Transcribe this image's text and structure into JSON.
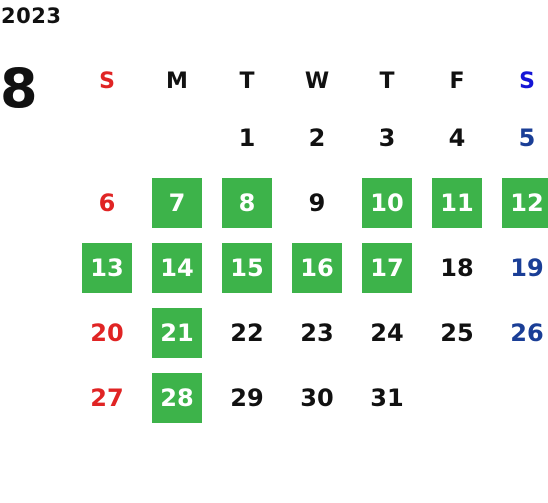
{
  "year": "2023",
  "month": "8",
  "colors": {
    "highlight": "#3db34a",
    "sunday": "#e02424",
    "saturday": "#1a3e96",
    "text": "#111111"
  },
  "weekdays": [
    "S",
    "M",
    "T",
    "W",
    "T",
    "F",
    "S"
  ],
  "weeks": [
    [
      {
        "day": ""
      },
      {
        "day": ""
      },
      {
        "day": "1"
      },
      {
        "day": "2"
      },
      {
        "day": "3"
      },
      {
        "day": "4"
      },
      {
        "day": "5"
      }
    ],
    [
      {
        "day": "6"
      },
      {
        "day": "7",
        "highlighted": true
      },
      {
        "day": "8",
        "highlighted": true
      },
      {
        "day": "9"
      },
      {
        "day": "10",
        "highlighted": true
      },
      {
        "day": "11",
        "highlighted": true
      },
      {
        "day": "12",
        "highlighted": true
      }
    ],
    [
      {
        "day": "13",
        "highlighted": true
      },
      {
        "day": "14",
        "highlighted": true
      },
      {
        "day": "15",
        "highlighted": true
      },
      {
        "day": "16",
        "highlighted": true
      },
      {
        "day": "17",
        "highlighted": true
      },
      {
        "day": "18"
      },
      {
        "day": "19"
      }
    ],
    [
      {
        "day": "20"
      },
      {
        "day": "21",
        "highlighted": true
      },
      {
        "day": "22"
      },
      {
        "day": "23"
      },
      {
        "day": "24"
      },
      {
        "day": "25"
      },
      {
        "day": "26"
      }
    ],
    [
      {
        "day": "27"
      },
      {
        "day": "28",
        "highlighted": true
      },
      {
        "day": "29"
      },
      {
        "day": "30"
      },
      {
        "day": "31"
      },
      {
        "day": ""
      },
      {
        "day": ""
      }
    ]
  ]
}
